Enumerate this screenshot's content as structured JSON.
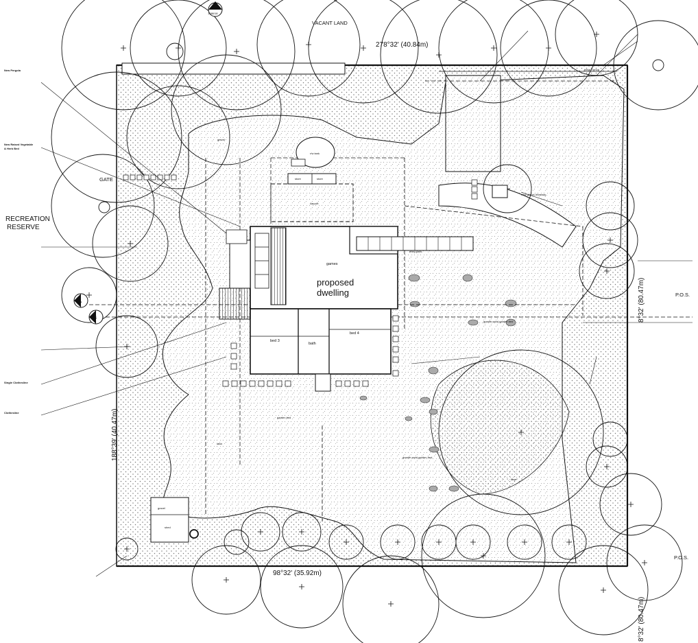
{
  "site": {
    "vacant_land": "VACANT LAND",
    "gate": "GATE",
    "recreation_reserve_1": "RECREATION",
    "recreation_reserve_2": "RESERVE",
    "pos_1": "P.O.S.",
    "pos_2": "P.O.S."
  },
  "boundaries": {
    "north": "278°32' (40.84m)",
    "west": "188°39' (40.47m)",
    "south": "98°32' (35.92m)",
    "east_upper": "8°32' (80.47m)",
    "east_lower": "8°32' (80.47m)"
  },
  "markers": {
    "section_a": "A",
    "section_b": "B",
    "section_c": "C",
    "section_c_ref": "1086/18"
  },
  "building": {
    "title_line1": "proposed",
    "title_line2": "dwelling",
    "bed3": "bed 3",
    "bed4": "bed 4",
    "bath": "bath",
    "games": "games",
    "store1": "store",
    "store2": "store",
    "carport": "carport",
    "entry_path": "entry path",
    "rw_tank": "r/w tank",
    "shed": "shed",
    "gravel": "gravel"
  },
  "notes": {
    "new_pergola": "New Pergola",
    "new_raised_bed_1": "New Raised Vegetable",
    "new_raised_bed_2": "& Herb Bed",
    "single_clothesline": "Single Clothesline",
    "clothesline": "Clothesline",
    "new_gravel_driveway": "new gravel driveway",
    "gravel_grade": "gravel",
    "lawn_1": "lawn",
    "lawn_2": "lawn",
    "garden_bed": "garden bed",
    "granite_sand_1": "granite sand garden bed",
    "granite_sand_2": "granite sand garden bed",
    "vacant_fencing": "timber fence"
  }
}
